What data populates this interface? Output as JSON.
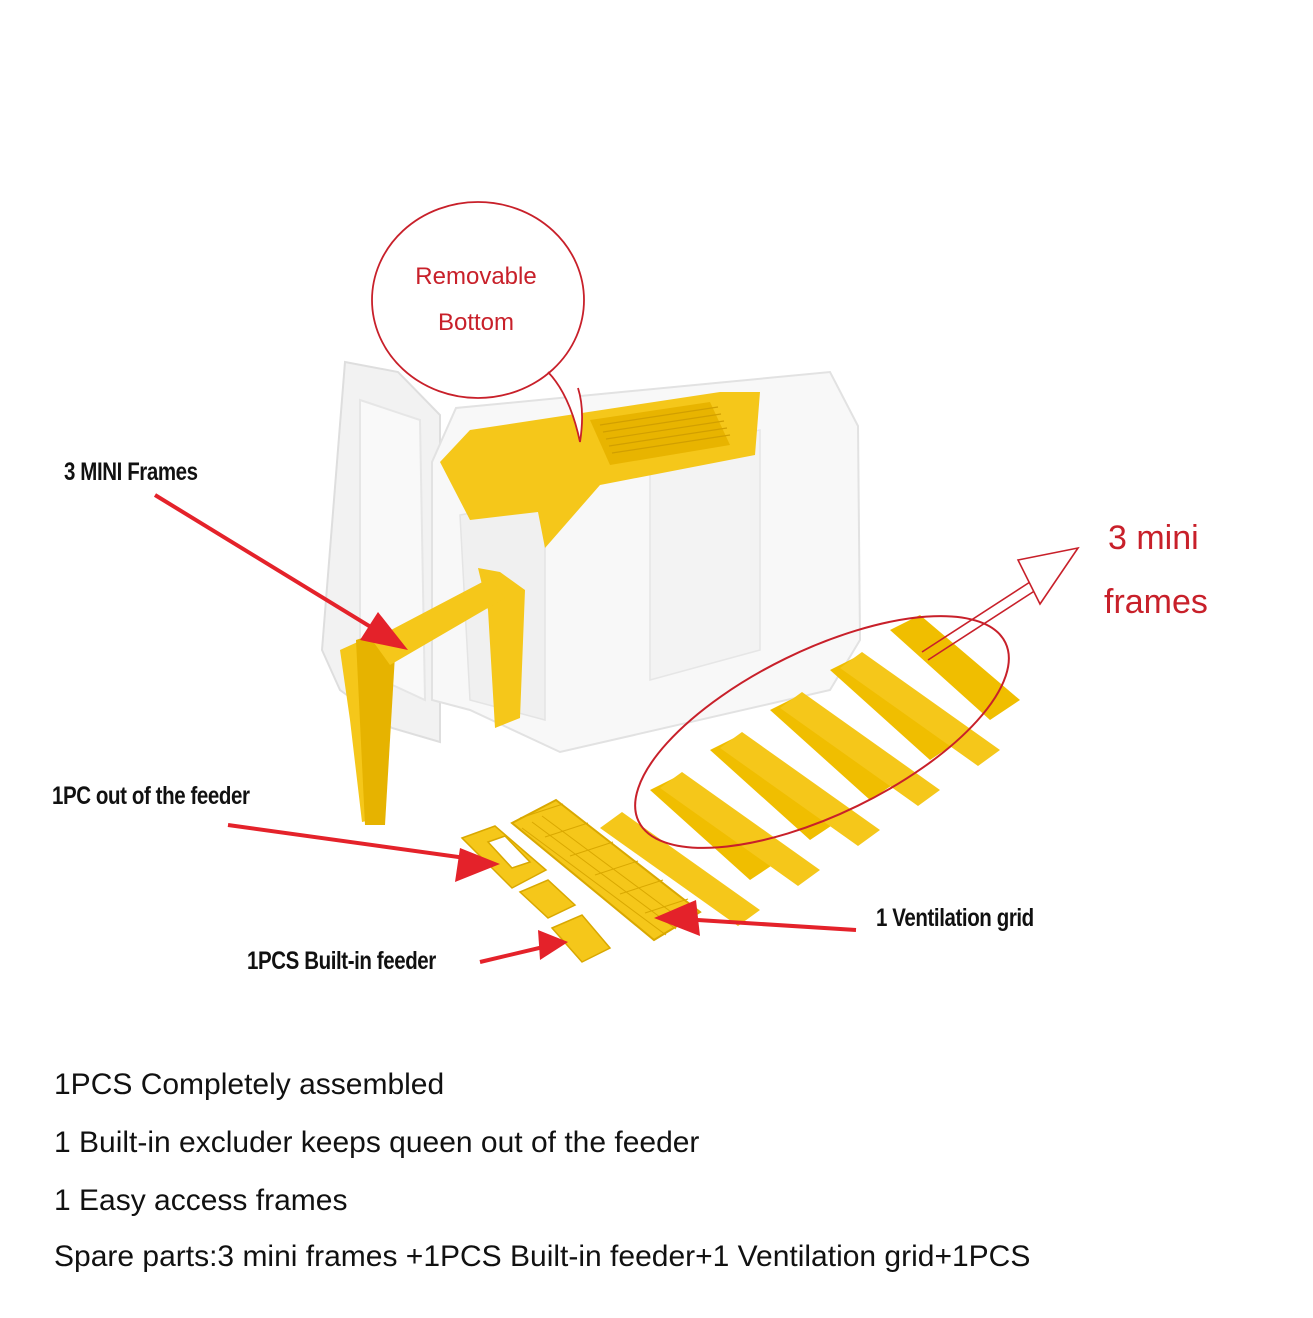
{
  "colors": {
    "frame_yellow": "#f5c71a",
    "frame_shadow": "#d9a800",
    "foam_white": "#f7f7f7",
    "arrow_red": "#e4222a",
    "label_red": "#c8202a",
    "text_dark": "#111111"
  },
  "callouts": {
    "removable_bottom_1": "Removable",
    "removable_bottom_2": "Bottom",
    "mini_frames_top": "3 MINI Frames",
    "out_of_feeder": "1PC out of the feeder",
    "builtin_feeder": "1PCS Built-in feeder",
    "ventilation_grid": "1  Ventilation grid",
    "mini_frames_right_1": "3 mini",
    "mini_frames_right_2": "frames"
  },
  "description_lines": [
    "1PCS Completely assembled",
    "1 Built-in excluder keeps queen out of the feeder",
    "1 Easy access frames",
    "Spare parts:3 mini frames +1PCS Built-in feeder+1 Ventilation grid+1PCS"
  ]
}
